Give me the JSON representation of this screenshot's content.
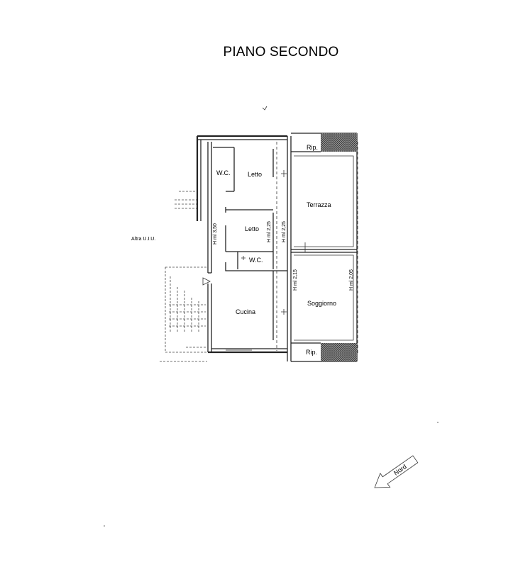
{
  "title": "PIANO SECONDO",
  "rooms": {
    "wc_top": "W.C.",
    "letto_top": "Letto",
    "terrazza": "Terrazza",
    "letto_mid": "Letto",
    "wc_mid": "W.C.",
    "cucina": "Cucina",
    "soggiorno": "Soggiorno",
    "rip_top": "Rip.",
    "rip_bottom": "Rip."
  },
  "heights": {
    "h350": "H ml 3,50",
    "h225a": "H ml 2,25",
    "h225b": "H ml 2,25",
    "h215": "H ml 2,15",
    "h205": "H ml 2,05"
  },
  "neighbor_label": "Altra U.I.U.",
  "north_label": "Nord"
}
